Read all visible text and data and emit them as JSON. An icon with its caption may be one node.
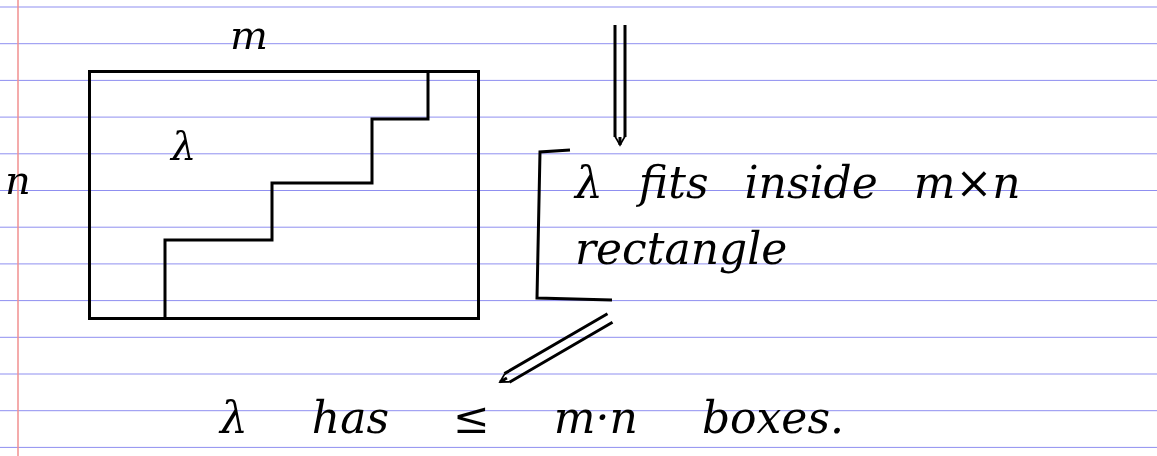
{
  "diagram": {
    "nodes": [
      {
        "text": [
          "λ"
        ]
      },
      {
        "text": [
          "λ fits inside m×n rectangle"
        ]
      },
      {
        "text": [
          "λ has ≤ m·n boxes."
        ]
      }
    ],
    "edges": [
      {
        "from": null,
        "to": 1,
        "arrow": "to"
      },
      {
        "from": 1,
        "to": 2,
        "arrow": "to"
      }
    ],
    "labels": [
      "m",
      "n"
    ]
  }
}
